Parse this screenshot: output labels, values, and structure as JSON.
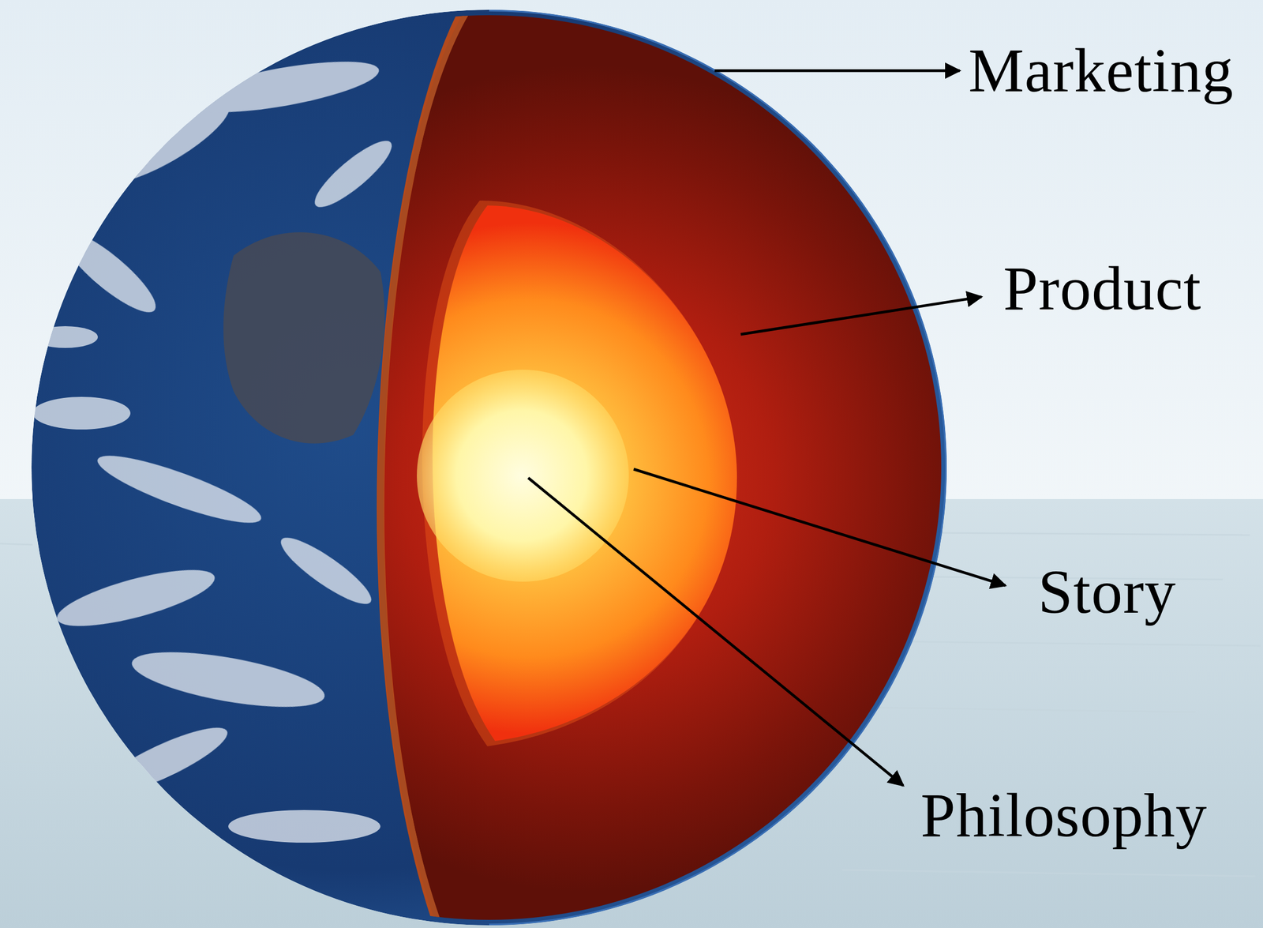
{
  "diagram": {
    "labels": [
      "Marketing",
      "Product",
      "Story",
      "Philosophy"
    ]
  }
}
